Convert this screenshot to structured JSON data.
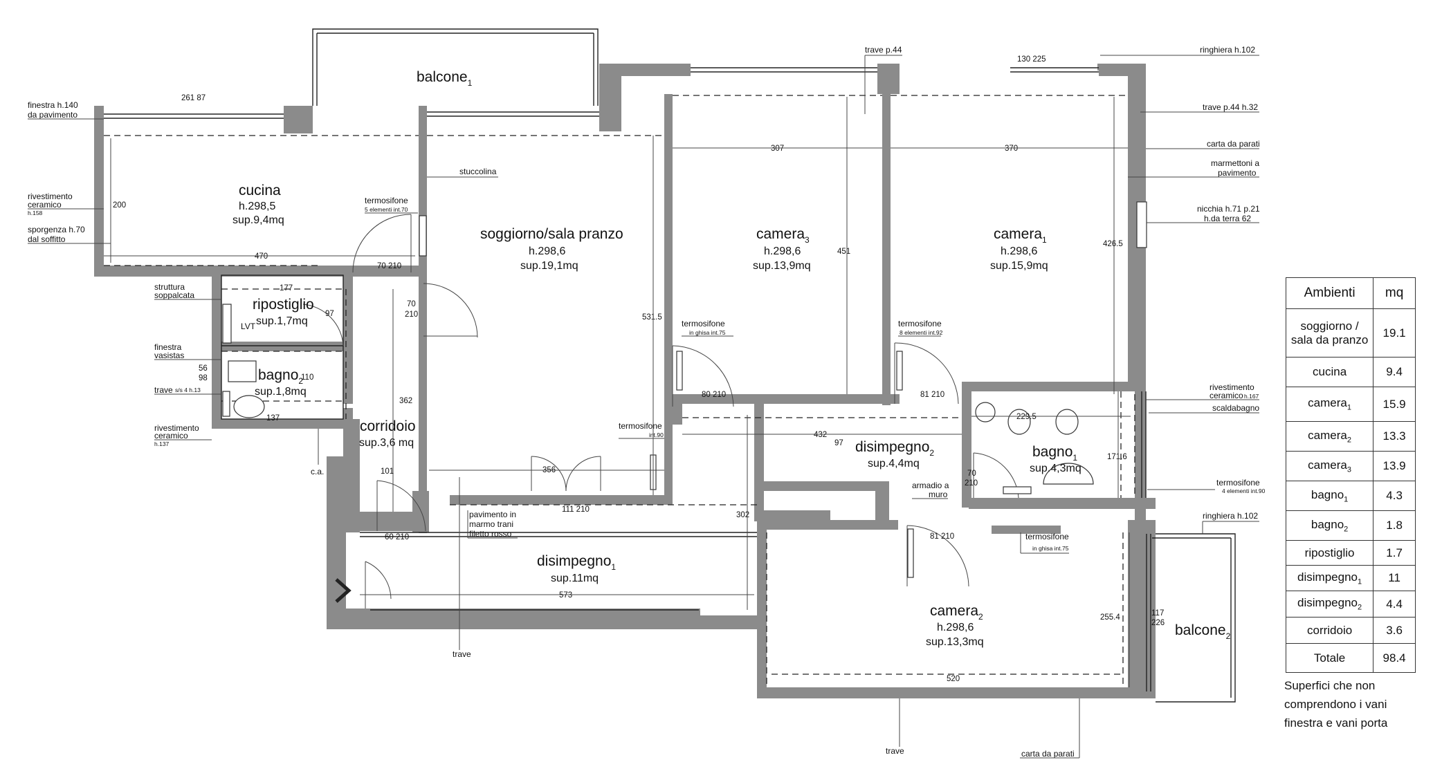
{
  "rooms": {
    "balcone1": {
      "name": "balcone",
      "index": "1"
    },
    "cucina": {
      "name": "cucina",
      "height": "h.298,5",
      "area": "sup.9,4mq"
    },
    "soggiorno": {
      "name": "soggiorno/sala pranzo",
      "height": "h.298,6",
      "area": "sup.19,1mq"
    },
    "camera3": {
      "name": "camera",
      "index": "3",
      "height": "h.298,6",
      "area": "sup.13,9mq"
    },
    "camera1": {
      "name": "camera",
      "index": "1",
      "height": "h.298,6",
      "area": "sup.15,9mq"
    },
    "ripostiglio": {
      "name": "ripostiglio",
      "area": "sup.1,7mq"
    },
    "bagno2": {
      "name": "bagno",
      "index": "2",
      "area": "sup.1,8mq"
    },
    "corridoio": {
      "name": "corridoio",
      "area": "sup.3,6 mq"
    },
    "disimpegno2": {
      "name": "disimpegno",
      "index": "2",
      "area": "sup.4,4mq"
    },
    "bagno1": {
      "name": "bagno",
      "index": "1",
      "area": "sup.4,3mq"
    },
    "disimpegno1": {
      "name": "disimpegno",
      "index": "1",
      "area": "sup.11mq"
    },
    "camera2": {
      "name": "camera",
      "index": "2",
      "height": "h.298,6",
      "area": "sup.13,3mq"
    },
    "balcone2": {
      "name": "balcone",
      "index": "2"
    }
  },
  "annotations": {
    "finestra": [
      "finestra h.140",
      "da pavimento"
    ],
    "rivestimento_cucina": [
      "rivestimento",
      "ceramico",
      "h.158"
    ],
    "sporgenza": [
      "sporgenza h.70",
      "dal soffitto"
    ],
    "struttura": [
      "struttura",
      "soppalcata"
    ],
    "finestra_vasistas": [
      "finestra",
      "vasistas"
    ],
    "trave_bagno": "trave",
    "trave_bagno_small": "s/s 4 h.13",
    "rivestimento_bagno2": [
      "rivestimento",
      "ceramico",
      "h.137"
    ],
    "ca": "c.a.",
    "stuccolina": "stuccolina",
    "termosifone_cucina": "termosifone",
    "termosifone_cucina_note": "5 elementi int.70",
    "termosifone_cam3": "termosifone",
    "termosifone_cam3_note": "in ghisa int.75",
    "termosifone_cam1": "termosifone",
    "termosifone_cam1_note": "8 elementi int.92",
    "termosifone_sogg": "termosifone",
    "termosifone_sogg_note": "int.90",
    "termosifone_bagno1": "termosifone",
    "termosifone_bagno1_note": "4 elementi int.90",
    "termosifone_cam2": "termosifone",
    "termosifone_cam2_note": "in ghisa int.75",
    "trave_p44": "trave p.44",
    "ringhiera_top": "ringhiera h.102",
    "trave_p44_h32": "trave p.44 h.32",
    "carta_parati_top": "carta da parati",
    "marmettoni": [
      "marmettoni a",
      "pavimento"
    ],
    "nicchia": [
      "nicchia h.71 p.21",
      "h.da terra 62"
    ],
    "rivestimento_bagno1": [
      "rivestimento",
      "ceramico",
      "h.167"
    ],
    "scaldabagno": "scaldabagno",
    "armadio": [
      "armadio a",
      "muro"
    ],
    "pavimento": [
      "pavimento in",
      "marmo   trani",
      "filetto rosso"
    ],
    "trave_bottom_left": "trave",
    "trave_bottom_mid": "trave",
    "carta_parati_bottom": "carta da parati",
    "ringhiera_balcone2": "ringhiera h.102",
    "lvt": "LVT"
  },
  "dimensions": {
    "d_261_87": "261  87",
    "d_130_225": "130  225",
    "d_200": "200",
    "d_470": "470",
    "d_307": "307",
    "d_370": "370",
    "d_451": "451",
    "d_426_5": "426.5",
    "d_531_5": "531.5",
    "d_177": "177",
    "d_97_rip": "97",
    "d_70_210_cuc": "70  210",
    "d_70_sogg": "70",
    "d_210_sogg": "210",
    "d_56": "56",
    "d_98": "98",
    "d_110": "110",
    "d_137": "137",
    "d_362": "362",
    "d_101": "101",
    "d_356": "356",
    "d_111_210": "111  210",
    "d_60_210": "60  210",
    "d_80_210": "80  210",
    "d_81_210_cam1": "81  210",
    "d_432": "432",
    "d_97_dis": "97",
    "d_229_5": "229.5",
    "d_171_6": "171.6",
    "d_70_arm": "70",
    "d_210_arm": "210",
    "d_302": "302",
    "d_573": "573",
    "d_81_210_cam2": "81  210",
    "d_255_4": "255.4",
    "d_117": "117",
    "d_226": "226",
    "d_520": "520"
  },
  "table": {
    "headers": [
      "Ambienti",
      "mq"
    ],
    "rows": [
      {
        "name": "soggiorno / sala da pranzo",
        "sub": "",
        "value": "19.1"
      },
      {
        "name": "cucina",
        "sub": "",
        "value": "9.4"
      },
      {
        "name": "camera",
        "sub": "1",
        "value": "15.9"
      },
      {
        "name": "camera",
        "sub": "2",
        "value": "13.3"
      },
      {
        "name": "camera",
        "sub": "3",
        "value": "13.9"
      },
      {
        "name": "bagno",
        "sub": "1",
        "value": "4.3"
      },
      {
        "name": "bagno",
        "sub": "2",
        "value": "1.8"
      },
      {
        "name": "ripostiglio",
        "sub": "",
        "value": "1.7"
      },
      {
        "name": "disimpegno",
        "sub": "1",
        "value": "11"
      },
      {
        "name": "disimpegno",
        "sub": "2",
        "value": "4.4"
      },
      {
        "name": "corridoio",
        "sub": "",
        "value": "3.6"
      },
      {
        "name": "Totale",
        "sub": "",
        "value": "98.4"
      }
    ]
  },
  "note": "Superfici che non comprendono i vani finestra e vani porta"
}
